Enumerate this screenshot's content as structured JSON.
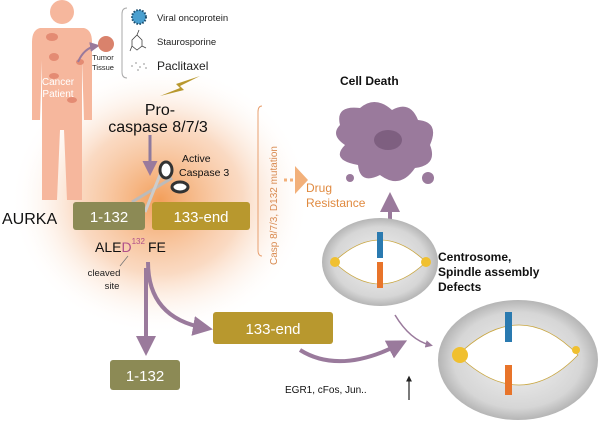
{
  "patient": {
    "label_line1": "Cancer",
    "label_line2": "Patient"
  },
  "tumor": {
    "label_line1": "Tumor",
    "label_line2": "Tissue"
  },
  "stimuli": [
    {
      "label": "Viral oncoprotein",
      "icon": "virus-icon"
    },
    {
      "label": "Staurosporine",
      "icon": "molecule-icon"
    },
    {
      "label": "Paclitaxel",
      "icon": "molecule-cloud-icon"
    }
  ],
  "procaspase": {
    "line1": "Pro-",
    "line2": "caspase 8/7/3"
  },
  "active_caspase": {
    "line1": "Active",
    "line2": "Caspase 3"
  },
  "aurka": {
    "label": "AURKA",
    "fragment_n": "1-132",
    "fragment_c": "133-end",
    "sequence_prefix": "ALE",
    "sequence_site": "D",
    "sequence_superscript": "132",
    "sequence_suffix": "FE",
    "cleaved_line1": "cleaved",
    "cleaved_line2": "site"
  },
  "resistance": {
    "condition": "Casp 8/7/3, D132 mutation",
    "line1": "Drug",
    "line2": "Resistance"
  },
  "cell_death": {
    "label": "Cell Death"
  },
  "defects": {
    "line1": "Centrosome,",
    "line2": "Spindle assembly",
    "line3": "Defects"
  },
  "products": {
    "fragment_c": "133-end",
    "fragment_n": "1-132"
  },
  "genes": {
    "label": "EGR1, cFos, Jun.."
  },
  "colors": {
    "olive": "#8c8a55",
    "gold": "#b8982e",
    "purple": "#9a7a9c",
    "orange": "#e8914a",
    "skin": "#f4b49a",
    "site": "#b0508a"
  }
}
